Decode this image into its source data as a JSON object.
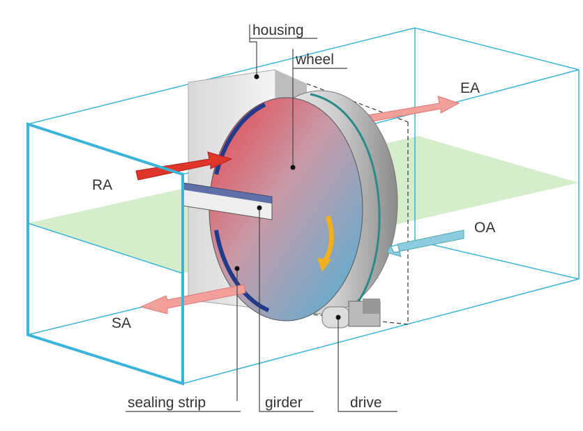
{
  "labels": {
    "housing": "housing",
    "wheel": "wheel",
    "ea": "EA",
    "ra": "RA",
    "oa": "OA",
    "sa": "SA",
    "sealing_strip": "sealing strip",
    "girder": "girder",
    "drive": "drive"
  },
  "colors": {
    "box_edge": "#3ab4d8",
    "divider_plane": "#cfeac3",
    "ra_arrow": "#e0362a",
    "ea_sa_arrow": "#f2a09a",
    "oa_arrow": "#8ccbe0",
    "rotation_arrow": "#f0b020"
  }
}
